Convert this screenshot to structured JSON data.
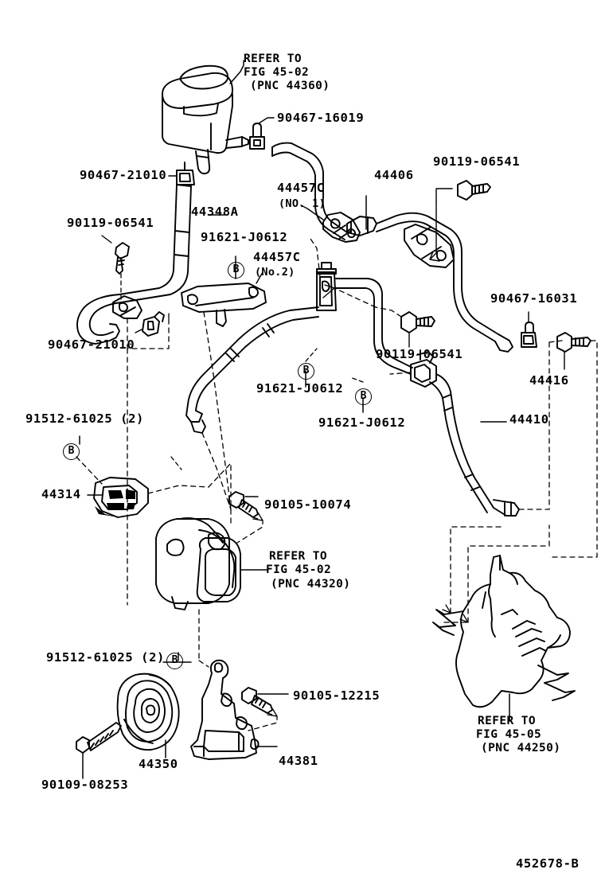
{
  "diagram": {
    "id": "452678-B",
    "title": "Power Steering Tube / Hose Parts Diagram",
    "background": "#ffffff",
    "line_color": "#000000"
  },
  "labels": {
    "refer_44360": {
      "line1": "REFER TO",
      "line2": "FIG 45-02",
      "line3": "(PNC 44360)"
    },
    "refer_44320": {
      "line1": "REFER TO",
      "line2": "FIG 45-02",
      "line3": "(PNC 44320)"
    },
    "refer_44250": {
      "line1": "REFER TO",
      "line2": "FIG 45-05",
      "line3": "(PNC 44250)"
    },
    "clip_90467_16019": "90467-16019",
    "clip_90467_21010_top": "90467-21010",
    "clip_90467_21010_mid": "90467-21010",
    "clip_90467_16031": "90467-16031",
    "bolt_90119_06541_top": "90119-06541",
    "bolt_90119_06541_left": "90119-06541",
    "bolt_90119_06541_mid": "90119-06541",
    "tube_44348a": "44348A",
    "tube_44406": "44406",
    "tube_44410": "44410",
    "part_44416": "44416",
    "bracket_44457c_no1_num": "44457C",
    "bracket_44457c_no1_sub": "(NO. 1)",
    "bracket_44457c_no2_num": "44457C",
    "bracket_44457c_no2_sub": "(No.2)",
    "clamp_91621_j0612_top": "91621-J0612",
    "clamp_91621_j0612_mid": "91621-J0612",
    "clamp_91621_j0612_low": "91621-J0612",
    "nut_91512_61025_upper": "91512-61025 (2)",
    "nut_91512_61025_lower": "91512-61025 (2)",
    "part_44314": "44314",
    "bolt_90105_10074": "90105-10074",
    "bolt_90105_12215": "90105-12215",
    "pulley_44350": "44350",
    "bracket_44381": "44381",
    "bolt_90109_08253": "90109-08253",
    "badge_b": "B"
  },
  "parts_list": [
    {
      "number": "44348A",
      "kind": "tube"
    },
    {
      "number": "44406",
      "kind": "tube"
    },
    {
      "number": "44410",
      "kind": "tube"
    },
    {
      "number": "44416",
      "kind": "fitting"
    },
    {
      "number": "44314",
      "kind": "bracket"
    },
    {
      "number": "44350",
      "kind": "pulley"
    },
    {
      "number": "44381",
      "kind": "bracket"
    },
    {
      "number": "44457C",
      "kind": "clamp-bracket"
    },
    {
      "number": "90467-16019",
      "kind": "clip"
    },
    {
      "number": "90467-21010",
      "kind": "clip"
    },
    {
      "number": "90467-16031",
      "kind": "clip"
    },
    {
      "number": "90119-06541",
      "kind": "bolt"
    },
    {
      "number": "91621-J0612",
      "kind": "clamp"
    },
    {
      "number": "91512-61025",
      "kind": "nut"
    },
    {
      "number": "90105-10074",
      "kind": "bolt"
    },
    {
      "number": "90105-12215",
      "kind": "bolt"
    },
    {
      "number": "90109-08253",
      "kind": "bolt"
    }
  ]
}
